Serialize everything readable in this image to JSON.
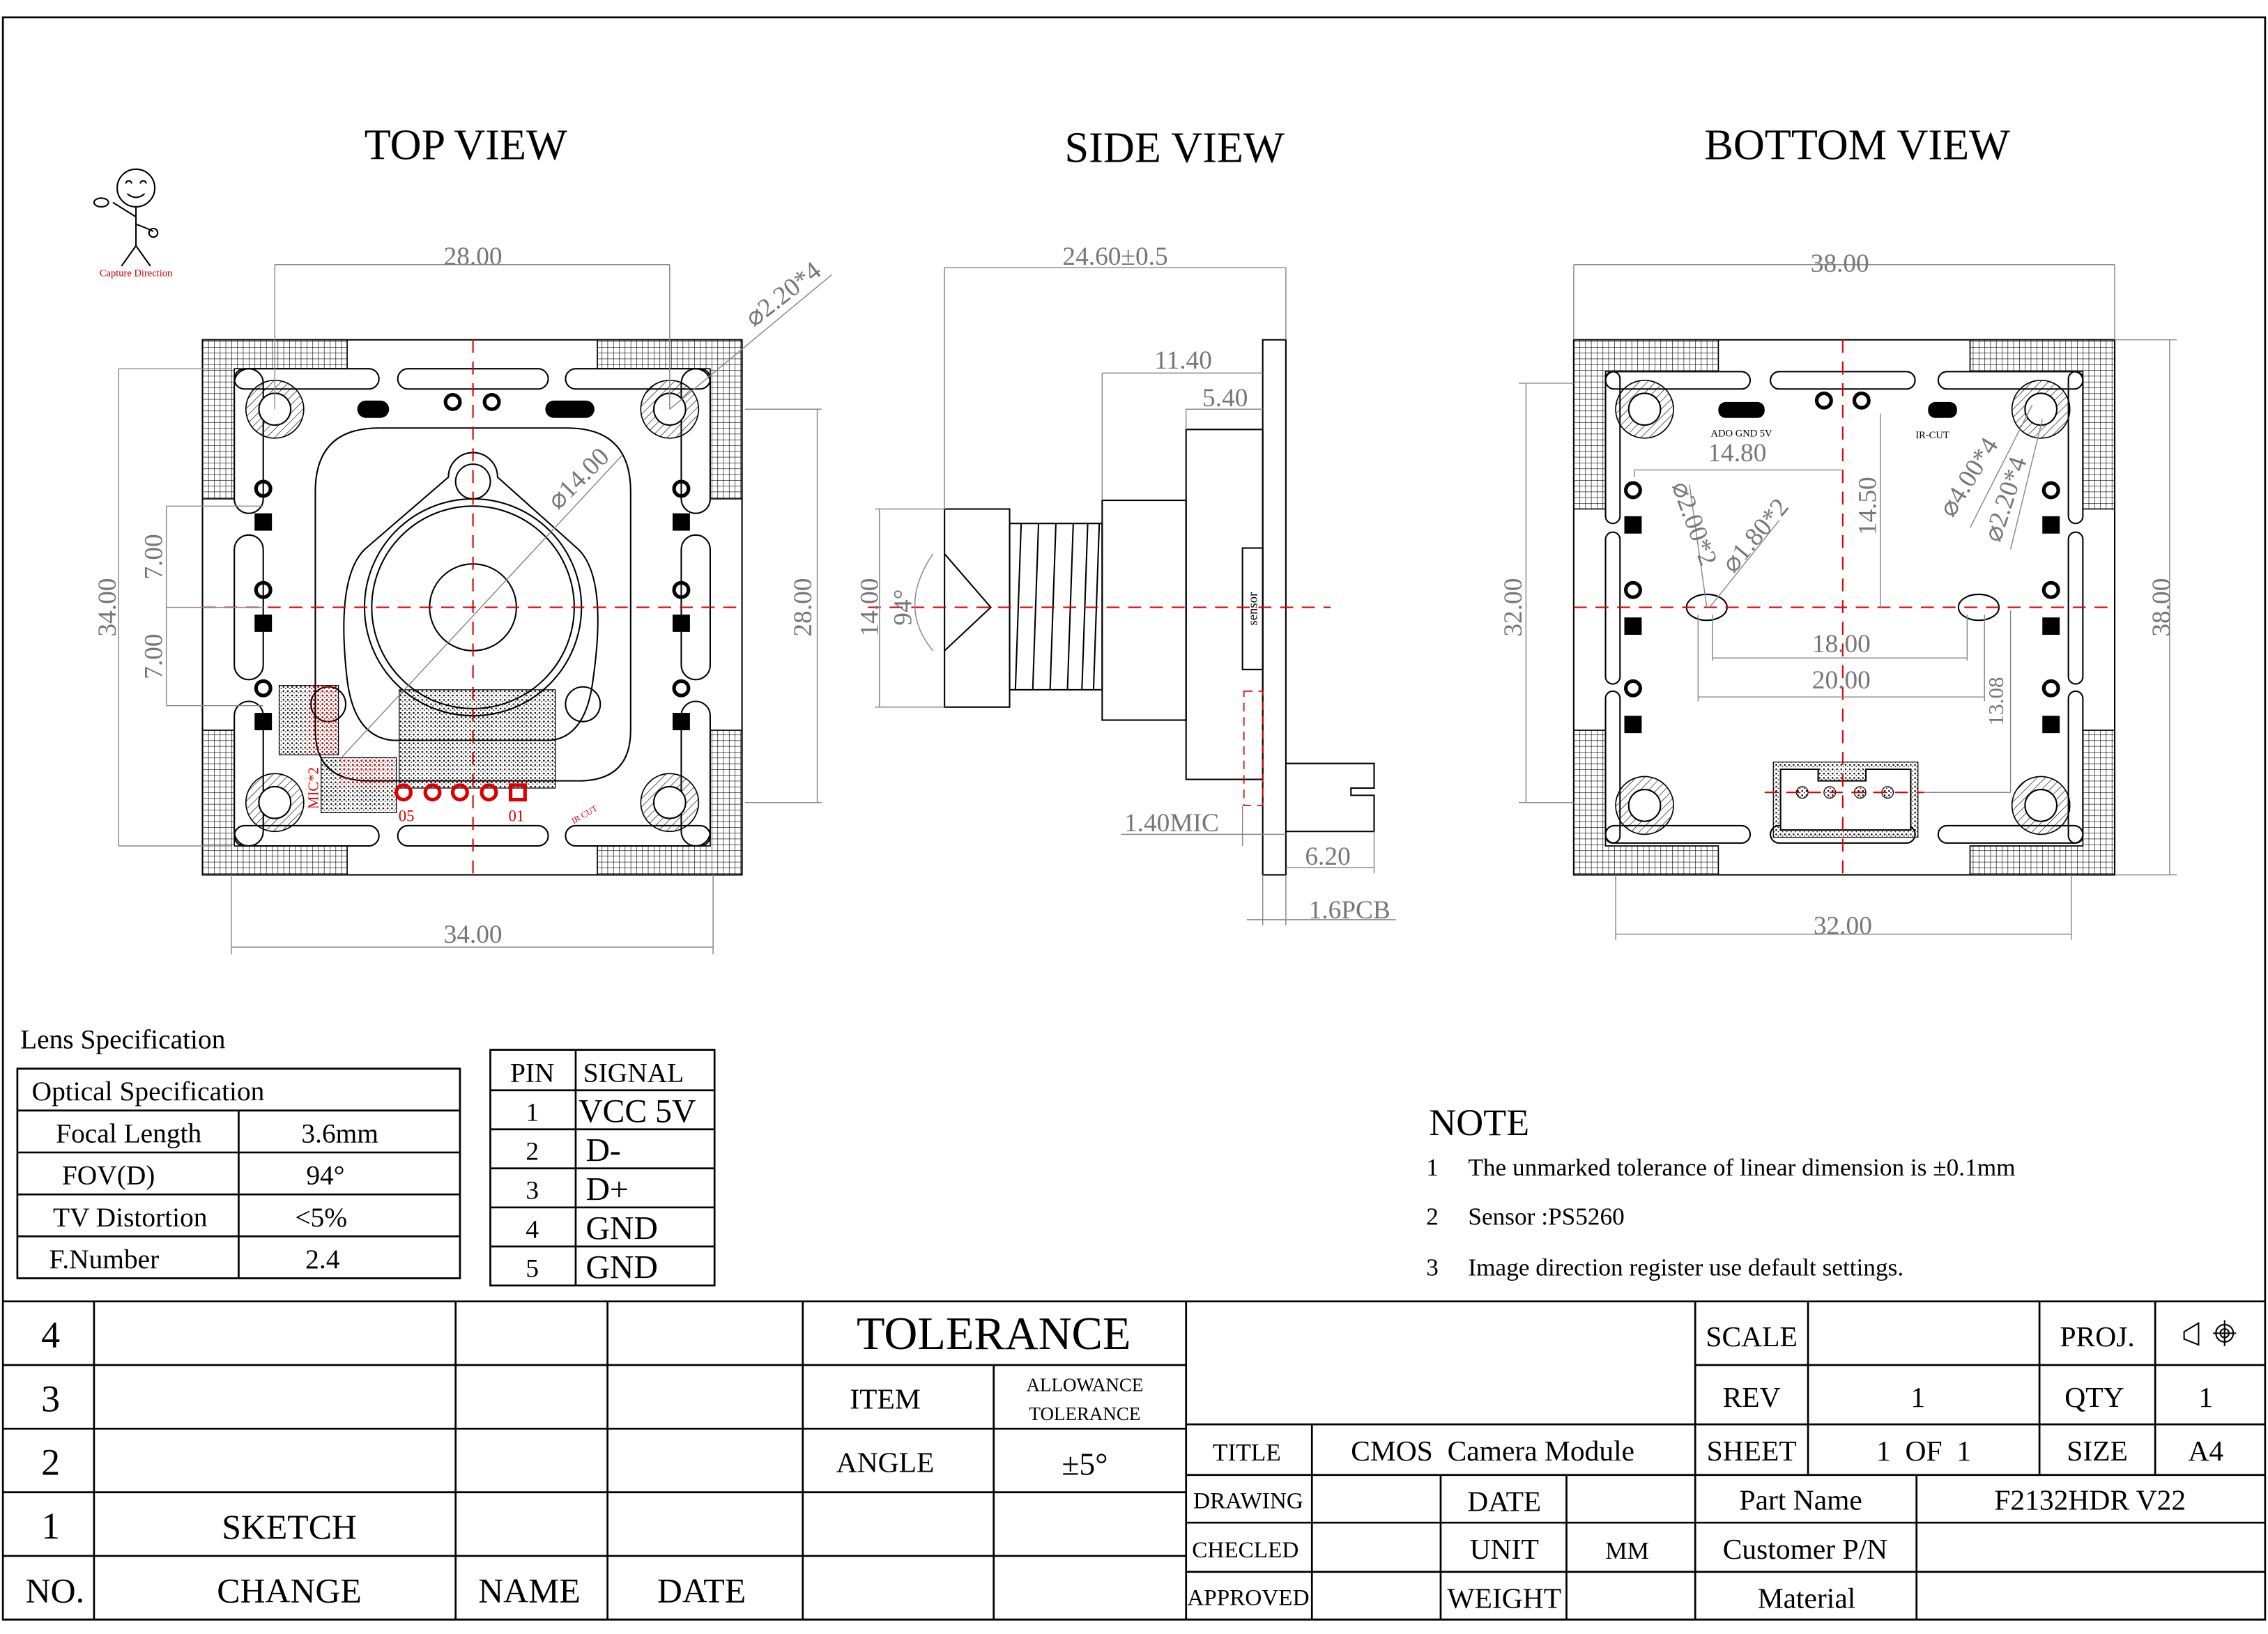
{
  "views": {
    "top": "TOP VIEW",
    "side": "SIDE VIEW",
    "bottom": "BOTTOM VIEW"
  },
  "capture_direction": "Capture Direction",
  "top_view": {
    "dims": {
      "width_top": "28.00",
      "hole_dia": "⌀2.20*4",
      "lens_dia": "⌀14.00",
      "height_left": "34.00",
      "pitch_a": "7.00",
      "pitch_b": "7.00",
      "height_right": "28.00",
      "width_bottom": "34.00"
    },
    "labels": {
      "mic": "MIC*2",
      "pin_05": "05",
      "pin_01": "01",
      "ir_cut": "IR CUT"
    }
  },
  "side_view": {
    "dims": {
      "length": "24.60±0.5",
      "d1": "11.40",
      "d2": "5.40",
      "lens_h": "14.00",
      "fov": "94°",
      "mic": "1.40MIC",
      "conn": "6.20",
      "pcb": "1.6PCB"
    },
    "labels": {
      "sensor": "sensor"
    }
  },
  "bottom_view": {
    "dims": {
      "width_top": "38.00",
      "d_14_80": "14.80",
      "d_14_50": "14.50",
      "hole_200": "⌀2.00*2",
      "hole_180": "⌀1.80*2",
      "hole_400": "⌀4.00*4",
      "hole_220": "⌀2.20*4",
      "d_18": "18.00",
      "d_20": "20.00",
      "d_13_08": "13.08",
      "height_left": "32.00",
      "height_right": "38.00",
      "width_bottom": "32.00"
    },
    "labels": {
      "pads": "ADO GND  5V",
      "ir_cut": "IR-CUT"
    }
  },
  "lens_spec": {
    "heading": "Lens Specification",
    "title": "Optical Specification",
    "rows": [
      {
        "name": "Focal Length",
        "value": "3.6mm"
      },
      {
        "name": "FOV(D)",
        "value": "94°"
      },
      {
        "name": "TV Distortion",
        "value": "<5%"
      },
      {
        "name": "F.Number",
        "value": "2.4"
      }
    ]
  },
  "pin_table": {
    "headers": [
      "PIN",
      "SIGNAL"
    ],
    "rows": [
      [
        "1",
        "VCC 5V"
      ],
      [
        "2",
        "D-"
      ],
      [
        "3",
        "D+"
      ],
      [
        "4",
        "GND"
      ],
      [
        "5",
        "GND"
      ]
    ]
  },
  "note": {
    "heading": "NOTE",
    "items": [
      {
        "num": "1",
        "text": "The unmarked tolerance of linear dimension is ±0.1mm"
      },
      {
        "num": "2",
        "text": "Sensor :PS5260"
      },
      {
        "num": "3",
        "text": "Image direction register use default settings."
      }
    ]
  },
  "revision_block": {
    "rows": [
      {
        "no": "4",
        "change": ""
      },
      {
        "no": "3",
        "change": ""
      },
      {
        "no": "2",
        "change": ""
      },
      {
        "no": "1",
        "change": "SKETCH"
      }
    ],
    "headers": {
      "no": "NO.",
      "change": "CHANGE",
      "name": "NAME",
      "date": "DATE"
    }
  },
  "tolerance": {
    "title": "TOLERANCE",
    "item": "ITEM",
    "allowance_1": "ALLOWANCE",
    "allowance_2": "TOLERANCE",
    "angle": "ANGLE",
    "angle_value": "±5°"
  },
  "title_block": {
    "scale_label": "SCALE",
    "scale_value": "",
    "proj_label": "PROJ.",
    "rev_label": "REV",
    "rev_value": "1",
    "qty_label": "QTY",
    "qty_value": "1",
    "title_label": "TITLE",
    "title_value": "CMOS  Camera Module",
    "sheet_label": "SHEET",
    "sheet_value": "1  OF  1",
    "size_label": "SIZE",
    "size_value": "A4",
    "drawing_label": "DRAWING",
    "date_label": "DATE",
    "part_name_label": "Part Name",
    "part_name_value": "F2132HDR V22",
    "checked_label": "CHECLED",
    "unit_label": "UNIT",
    "unit_value": "MM",
    "customer_pn_label": "Customer P/N",
    "approved_label": "APPROVED",
    "weight_label": "WEIGHT",
    "material_label": "Material"
  },
  "colors": {
    "line": "#000000",
    "dimension": "#777777",
    "centerline": "#dd0000"
  }
}
